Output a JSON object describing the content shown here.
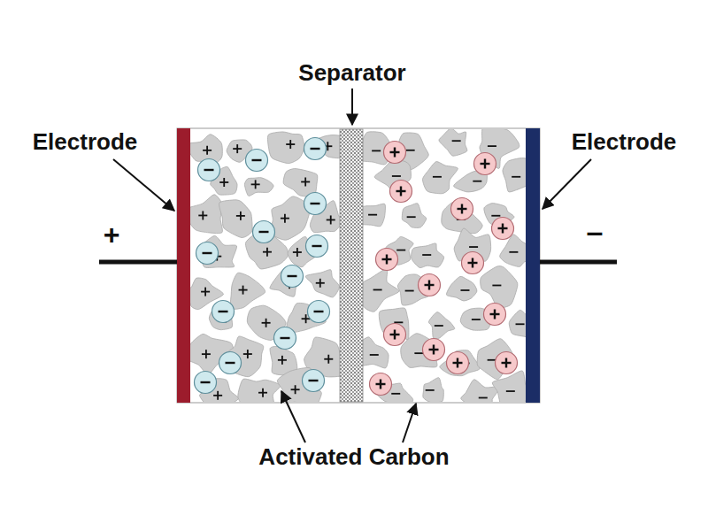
{
  "diagram": {
    "labels": [
      "Separator",
      "Electrode",
      "Electrode",
      "+",
      "–",
      "Activated Carbon"
    ]
  }
}
